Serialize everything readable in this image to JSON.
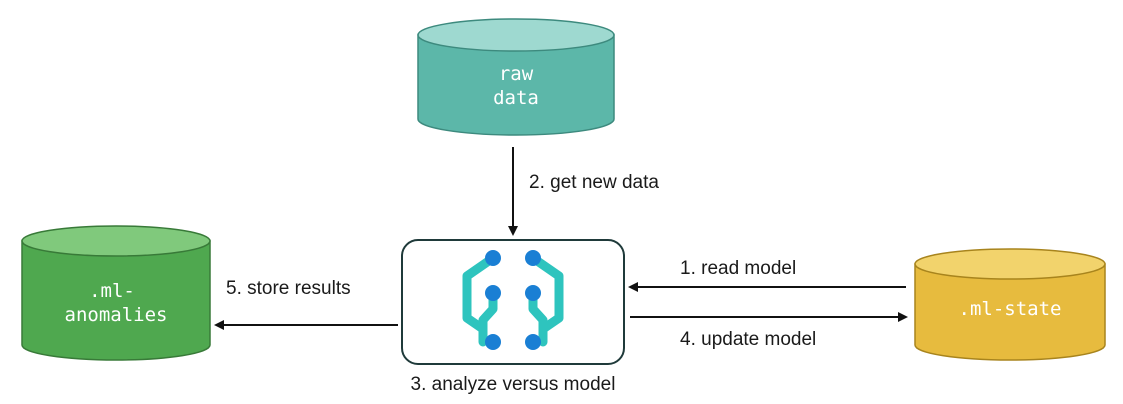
{
  "nodes": {
    "raw_data": {
      "label_line1": "raw",
      "label_line2": "data",
      "body_color": "#5cb7a9",
      "top_color": "#9ed9d0"
    },
    "ml_anomalies": {
      "label_line1": ".ml-",
      "label_line2": "anomalies",
      "body_color": "#4fa84f",
      "top_color": "#80c97c"
    },
    "ml_state": {
      "label": ".ml-state",
      "body_color": "#e7bb3e",
      "top_color": "#f2d36c"
    },
    "ml_job": {
      "icon": "ml-brain-icon",
      "icon_color": "#2ec4be",
      "node_color": "#1a7fd4"
    }
  },
  "edges": {
    "get_new_data": "2. get new data",
    "store_results": "5. store results",
    "read_model": "1. read model",
    "update_model": "4. update model",
    "analyze": "3. analyze versus model"
  }
}
